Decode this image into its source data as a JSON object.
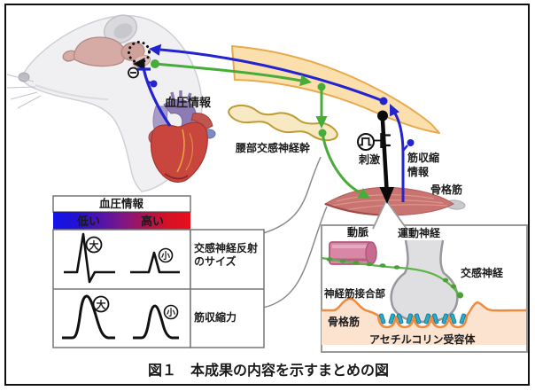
{
  "figure": {
    "caption": "図１　本成果の内容を示すまとめの図",
    "rat_region": {
      "blood_pressure_label": "血圧情報"
    },
    "spine_region": {
      "lumbar_trunk_label": "腰部交感神経幹",
      "stimulation_label": "刺激",
      "contraction_info_line1": "筋収縮",
      "contraction_info_line2": "情報",
      "skeletal_muscle_label": "骨格筋"
    },
    "table": {
      "header": "血圧情報",
      "col_low": "低い",
      "col_high": "高い",
      "row1_label_line1": "交感神経反射",
      "row1_label_line2": "のサイズ",
      "row2_label": "筋収縮力",
      "large": "大",
      "small": "小"
    },
    "inset": {
      "artery": "動脈",
      "motor_nerve": "運動神経",
      "sympathetic_nerve": "交感神経",
      "neuromuscular_junction": "神経筋接合部",
      "skeletal_muscle": "骨格筋",
      "acetylcholine_receptor": "アセチルコリン受容体"
    },
    "colors": {
      "arrow_blue": "#2323CF",
      "arrow_green": "#47AC3A",
      "spinal_band_fill": "#FBE0AE",
      "spinal_band_stroke": "#E9A94F",
      "muscle_fill": "#C97470",
      "membrane_orange": "#F08A3C",
      "muscle_bg_peach": "#FBE3CF",
      "receptor_teal": "#2EA9C6",
      "artery_pink": "#D887A4",
      "gradient_low": "#1313EA",
      "gradient_high": "#E80F1C",
      "brain_pink": "#D6ABA6"
    }
  }
}
